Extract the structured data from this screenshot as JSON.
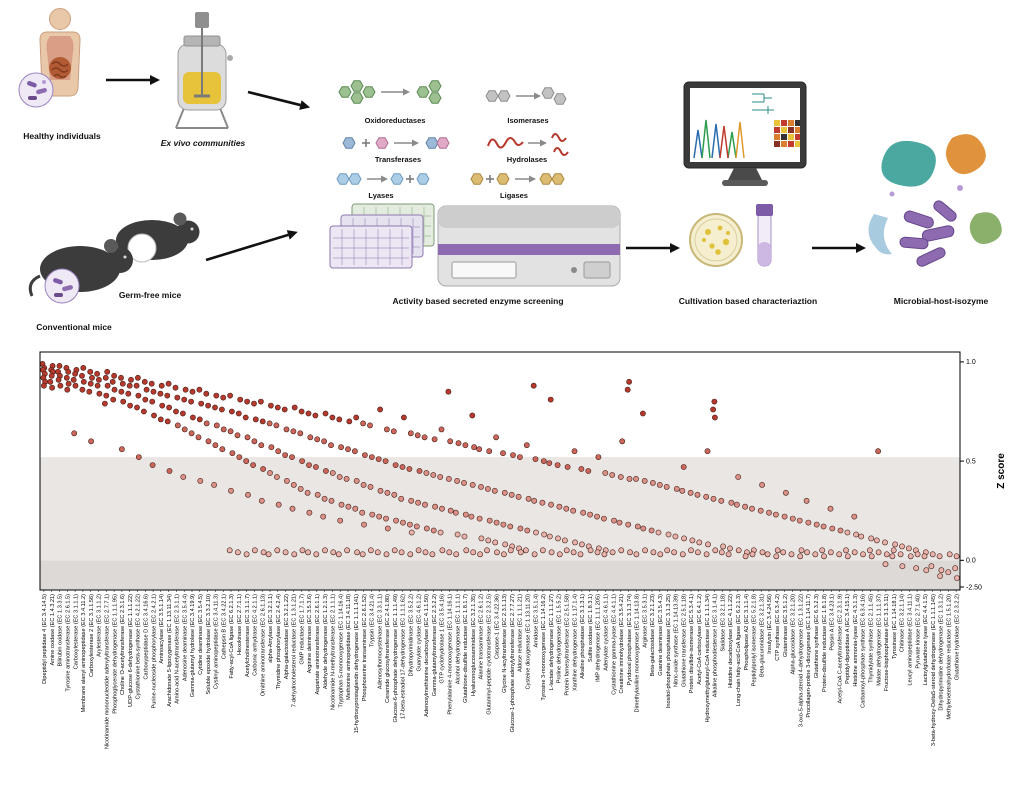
{
  "workflow": {
    "healthy_label": "Healthy individuals",
    "exvivo_label": "Ex vivo communities",
    "conventional_label": "Conventional mice",
    "germfree_label": "Germ-free mice",
    "screening_label": "Activity based secreted enzyme screening",
    "cultivation_label": "Cultivation based characteriaztion",
    "isozyme_label": "Microbial-host-isozyme",
    "enzyme_classes": [
      {
        "name": "Oxidoreductases",
        "color": "#9cc08f"
      },
      {
        "name": "Isomerases",
        "color": "#c2c2c2"
      },
      {
        "name": "Transferases",
        "color": "#9db9d8"
      },
      {
        "name": "Hydrolases",
        "color": "#b5392c"
      },
      {
        "name": "Lyases",
        "color": "#accde6"
      },
      {
        "name": "Ligases",
        "color": "#dcbc72"
      }
    ]
  },
  "chart_data": {
    "type": "scatter",
    "title": "",
    "xlabel": "",
    "ylabel": "Z score",
    "ylim": [
      -0.15,
      1.05
    ],
    "grid": false,
    "legend": false,
    "point_colors": {
      "high": "#b5392c",
      "mid": "#cb675a",
      "low": "#dc9187",
      "base": "#e8b3aa"
    },
    "shaded_regions": [
      {
        "from": 0.52,
        "to": 0.0,
        "color": "#e9e6e3"
      },
      {
        "from": 0.0,
        "to": -0.15,
        "color": "#ddd9d6"
      }
    ],
    "yticks": [
      {
        "z": 1.0,
        "label": "1.0"
      },
      {
        "z": 0.5,
        "label": "0.5"
      },
      {
        "z": 0.0,
        "label": "0.0"
      },
      {
        "z": -0.135,
        "label": "-2.50"
      }
    ],
    "categories": [
      "Dipeptidyl peptidase 4 (EC 3.4.14.5)",
      "Amine oxidase (EC 1.4.3.21)",
      "Bilirubin oxidase (EC 1.3.3.5)",
      "Tyrosine aminotransferase (EC 2.6.1.5)",
      "Carboxylesterase (EC 3.1.1.1)",
      "Membrane alanyl aminopeptidase (EC 3.4.11.2)",
      "Carboxylesterase 2 (EC 3.1.1.56)",
      "Arylesterase (EC 3.1.1.2)",
      "Nicotinamide mononucleotide adenylyltransferase (EC 2.7.7.1)",
      "Phosphoglycerate dehydrogenase (EC 1.1.1.95)",
      "Choline O-acetyltransferase (EC 2.3.1.6)",
      "UDP-glucose 6-dehydrogenase (EC 1.1.1.22)",
      "Cystathionine beta-synthase (EC 4.2.1.22)",
      "Carboxypeptidase D (EC 3.4.16.6)",
      "Purine-nucleoside phosphorylase (EC 2.4.2.1)",
      "Aminoacylase (EC 3.5.1.14)",
      "Arachidonate 5-lipoxygenase (EC 1.13.11.34)",
      "Amino-acid N-acetyltransferase (EC 2.3.1.1)",
      "Adenosine deaminase (EC 3.5.4.4)",
      "Gamma-glutamyl hydrolase (EC 3.4.19.9)",
      "Cytidine deaminase (EC 3.5.4.5)",
      "Soluble epoxide hydrolase (EC 3.3.2.10)",
      "Cystinyl aminopeptidase (EC 3.4.11.3)",
      "Cathepsin B (EC 3.4.22.1)",
      "Fatty-acyl-CoA ligase (EC 6.2.1.3)",
      "Hexokinase (EC 2.7.1.1)",
      "Acetylcholinesterase (EC 3.1.1.7)",
      "Carbonic anhydrase (EC 4.2.1.1)",
      "Ornithine aminotransferase (EC 2.6.1.13)",
      "alpha-Amylase (EC 3.2.1.1)",
      "Thymidine phosphorylase (EC 2.4.2.4)",
      "Alpha-galactosidase (EC 3.2.1.22)",
      "7-dehydrocholesterol reductase (EC 1.3.1.21)",
      "GMP reductase (EC 1.7.1.7)",
      "Arginine deiminase (EC 3.5.3.6)",
      "Aspartate aminotransferase (EC 2.6.1.1)",
      "Aldehyde dehydrogenase (EC 1.2.1.3)",
      "Nicotinamide N-methyltransferase (EC 2.1.1.1)",
      "Tryptophan 5-monooxygenase (EC 1.14.16.4)",
      "Methionine aminopeptidase (EC 3.4.11.18)",
      "15-hydroxyprostaglandin dehydrogenase (EC 1.1.1.141)",
      "Phosphoserine transaminase (EC 2.6.1.52)",
      "Trypsin (EC 3.4.21.4)",
      "Adenosylhomocysteinase (EC 3.3.1.1)",
      "Ceramide glucosyltransferase (EC 2.4.1.80)",
      "Glucose-6-phosphate dehydrogenase (EC 1.1.1.49)",
      "17-beta-estradiol 17-dehydrogenase (EC 1.1.1.62)",
      "Dihydropyrimidinase (EC 3.5.2.2)",
      "Guanylate cyclase (EC 4.6.1.2)",
      "Adenosylmethionine decarboxylase (EC 4.1.1.50)",
      "Gamma-glutamyltransferase (EC 2.3.2.2)",
      "GTP cyclohydrolase 1 (EC 3.5.4.16)",
      "Phenylalanine 4-monooxygenase (EC 1.14.16.1)",
      "Alcohol dehydrogenase (EC 1.1.1.1)",
      "Glutathione-disulfide reductase (EC 1.8.1.7)",
      "Hyaluronoglucosaminidase (EC 3.2.1.35)",
      "Alanine transaminase (EC 2.6.1.2)",
      "Glutaminyl-peptide cyclotransferase (EC 2.3.2.5)",
      "Caspase-1 (EC 3.4.22.36)",
      "Glycine N-acyltransferase (EC 2.3.1.13)",
      "Glucose-1-phosphate adenylyltransferase (EC 2.7.7.27)",
      "Aldose reductase (EC 1.1.1.21)",
      "Cysteine dioxygenase (EC 1.13.11.20)",
      "Amidase (EC 3.5.1.4)",
      "Tyrosine 3-monooxygenase (EC 1.14.16.2)",
      "L-lactate dehydrogenase (EC 1.1.1.27)",
      "Proline dehydrogenase (EC 1.5.5.2)",
      "Protein farnesyltransferase (EC 2.5.1.58)",
      "Xanthine dehydrogenase (EC 1.17.1.4)",
      "Alkaline phosphatase (EC 3.1.3.1)",
      "Sulfite oxidase (EC 1.8.3.1)",
      "IMP dehydrogenase (EC 1.1.1.205)",
      "Adenylate cyclase (EC 4.6.1.1)",
      "Cystathionine gamma-lyase (EC 4.4.1.1)",
      "Creatinine iminohydrolase (EC 3.5.4.21)",
      "Pyridoxal phosphatase (EC 3.1.3.74)",
      "Dimethylaniline monooxygenase (EC 1.14.13.8)",
      "Arginase (EC 3.5.3.1)",
      "Beta-galactosidase (EC 3.2.1.23)",
      "Guanine deaminase (EC 3.5.4.3)",
      "Inositol-phosphate phosphatase (EC 3.1.3.25)",
      "Nitric-oxide synthase (EC 1.14.13.39)",
      "Glutathione transferase (EC 2.5.1.18)",
      "Protein disulfide-isomerase (EC 5.3.4.1)",
      "Acetyl-CoA carboxylase (EC 6.4.1.2)",
      "Hydroxymethylglutaryl-CoA reductase (EC 1.1.1.34)",
      "Alkaline phosphodiesterase I (EC 3.1.4.1)",
      "Sialidase (EC 3.2.1.18)",
      "Histidine decarboxylase (EC 4.1.1.22)",
      "Long-chain fatty-acid-CoA ligase (EC 6.2.1.3)",
      "Phospholipase A2 (EC 3.1.1.4)",
      "Peptidylprolyl isomerase (EC 5.2.1.8)",
      "Beta-glucuronidase (EC 3.2.1.31)",
      "Insulysin (EC 3.4.24.56)",
      "CTP synthase (EC 6.3.4.2)",
      "Glutaminase (EC 3.5.1.2)",
      "Alpha-glucosidase (EC 3.2.1.20)",
      "3-oxo-5-alpha-steroid 4-dehydrogenase (EC 1.3.1.22)",
      "Procollagen-proline 3-dioxygenase (EC 1.14.11.7)",
      "Glutathione synthase (EC 6.3.2.3)",
      "Protein-disulfide reductase (EC 1.8.1.8)",
      "Pepsin A (EC 3.4.23.1)",
      "Acetyl-CoA C-acetyltransferase (EC 2.3.1.9)",
      "Peptidyl-dipeptidase A (EC 3.4.15.1)",
      "Histidine ammonia-lyase (EC 4.3.1.3)",
      "Carbamoyl-phosphate synthase (EC 6.3.4.16)",
      "Thymidylate synthase (EC 2.1.1.45)",
      "Malate dehydrogenase (EC 1.1.1.37)",
      "Fructose-bisphosphatase (EC 3.1.3.11)",
      "Tyrosinase (EC 1.14.18.1)",
      "Chitinase (EC 3.2.1.14)",
      "Leucyl aminopeptidase (EC 3.4.11.1)",
      "Pyruvate kinase (EC 2.7.1.40)",
      "Lactoylglutathione lyase (EC 4.4.1.5)",
      "3-beta-hydroxy-Delta5-steroid dehydrogenase (EC 1.1.1.145)",
      "Dihydropyrimidine dehydrogenase (EC 1.3.1.2)",
      "Methylenetetrahydrofolate reductase (EC 1.5.1.20)",
      "Glutathione hydrolase (EC 2.3.2.2)"
    ],
    "points": [
      [
        0.99,
        0.97,
        0.96,
        0.94,
        0.92,
        0.9,
        0.88
      ],
      [
        0.98,
        0.96,
        0.95,
        0.93,
        0.9,
        0.87
      ],
      [
        0.98,
        0.95,
        0.93,
        0.91,
        0.88
      ],
      [
        0.97,
        0.95,
        0.92,
        0.89,
        0.86
      ],
      [
        0.96,
        0.94,
        0.91,
        0.88,
        0.64
      ],
      [
        0.97,
        0.93,
        0.9,
        0.86
      ],
      [
        0.95,
        0.92,
        0.89,
        0.85,
        0.6
      ],
      [
        0.94,
        0.91,
        0.88,
        0.84
      ],
      [
        0.95,
        0.92,
        0.88,
        0.83,
        0.79
      ],
      [
        0.93,
        0.9,
        0.86,
        0.81
      ],
      [
        0.92,
        0.89,
        0.85,
        0.8,
        0.56
      ],
      [
        0.91,
        0.88,
        0.84,
        0.78
      ],
      [
        0.92,
        0.88,
        0.83,
        0.77,
        0.52
      ],
      [
        0.9,
        0.86,
        0.81,
        0.75
      ],
      [
        0.89,
        0.85,
        0.8,
        0.73,
        0.48
      ],
      [
        0.88,
        0.84,
        0.78,
        0.71
      ],
      [
        0.89,
        0.83,
        0.77,
        0.7,
        0.45
      ],
      [
        0.87,
        0.82,
        0.75,
        0.68
      ],
      [
        0.86,
        0.81,
        0.74,
        0.66,
        0.42
      ],
      [
        0.85,
        0.8,
        0.72,
        0.64
      ],
      [
        0.86,
        0.79,
        0.71,
        0.62,
        0.4
      ],
      [
        0.84,
        0.78,
        0.69,
        0.6
      ],
      [
        0.83,
        0.77,
        0.68,
        0.58,
        0.38
      ],
      [
        0.82,
        0.76,
        0.66,
        0.56
      ],
      [
        0.83,
        0.75,
        0.65,
        0.54,
        0.35,
        0.05
      ],
      [
        0.81,
        0.74,
        0.63,
        0.52,
        0.04
      ],
      [
        0.8,
        0.72,
        0.62,
        0.5,
        0.33,
        0.03
      ],
      [
        0.79,
        0.71,
        0.6,
        0.48,
        0.05
      ],
      [
        0.8,
        0.7,
        0.58,
        0.46,
        0.3,
        0.04
      ],
      [
        0.78,
        0.69,
        0.57,
        0.44,
        0.03
      ],
      [
        0.77,
        0.68,
        0.55,
        0.42,
        0.28,
        0.05
      ],
      [
        0.76,
        0.66,
        0.53,
        0.4,
        0.04
      ],
      [
        0.77,
        0.65,
        0.52,
        0.38,
        0.26,
        0.03
      ],
      [
        0.75,
        0.64,
        0.5,
        0.36,
        0.05
      ],
      [
        0.74,
        0.62,
        0.48,
        0.34,
        0.24,
        0.04
      ],
      [
        0.73,
        0.61,
        0.47,
        0.33,
        0.03
      ],
      [
        0.74,
        0.6,
        0.45,
        0.31,
        0.22,
        0.05
      ],
      [
        0.72,
        0.58,
        0.44,
        0.3,
        0.04
      ],
      [
        0.71,
        0.57,
        0.42,
        0.28,
        0.2,
        0.03
      ],
      [
        0.7,
        0.56,
        0.41,
        0.27,
        0.05
      ],
      [
        0.72,
        0.55,
        0.4,
        0.26,
        0.04
      ],
      [
        0.69,
        0.53,
        0.38,
        0.24,
        0.18,
        0.03
      ],
      [
        0.68,
        0.52,
        0.37,
        0.23,
        0.05
      ],
      [
        0.76,
        0.51,
        0.35,
        0.22,
        0.04
      ],
      [
        0.66,
        0.5,
        0.34,
        0.21,
        0.16,
        0.03
      ],
      [
        0.65,
        0.48,
        0.33,
        0.2,
        0.05
      ],
      [
        0.72,
        0.47,
        0.31,
        0.19,
        0.04
      ],
      [
        0.64,
        0.46,
        0.3,
        0.18,
        0.14,
        0.03
      ],
      [
        0.63,
        0.45,
        0.29,
        0.17,
        0.05
      ],
      [
        0.62,
        0.44,
        0.28,
        0.16,
        0.04
      ],
      [
        0.61,
        0.43,
        0.27,
        0.15,
        0.03
      ],
      [
        0.66,
        0.42,
        0.26,
        0.14,
        0.05
      ],
      [
        0.85,
        0.6,
        0.41,
        0.25,
        0.04
      ],
      [
        0.59,
        0.4,
        0.24,
        0.13,
        0.03
      ],
      [
        0.58,
        0.39,
        0.23,
        0.12,
        0.05
      ],
      [
        0.73,
        0.57,
        0.38,
        0.22,
        0.04
      ],
      [
        0.56,
        0.37,
        0.21,
        0.11,
        0.03
      ],
      [
        0.55,
        0.36,
        0.2,
        0.1,
        0.05
      ],
      [
        0.62,
        0.35,
        0.19,
        0.09,
        0.04
      ],
      [
        0.54,
        0.34,
        0.18,
        0.08,
        0.03
      ],
      [
        0.53,
        0.33,
        0.17,
        0.07,
        0.05
      ],
      [
        0.52,
        0.32,
        0.16,
        0.06,
        0.04
      ],
      [
        0.58,
        0.31,
        0.15,
        0.05
      ],
      [
        0.88,
        0.51,
        0.3,
        0.14,
        0.03
      ],
      [
        0.5,
        0.29,
        0.13,
        0.05
      ],
      [
        0.81,
        0.49,
        0.28,
        0.12,
        0.04
      ],
      [
        0.48,
        0.27,
        0.11,
        0.03
      ],
      [
        0.47,
        0.26,
        0.1,
        0.05
      ],
      [
        0.55,
        0.25,
        0.09,
        0.04
      ],
      [
        0.46,
        0.24,
        0.08,
        0.03
      ],
      [
        0.45,
        0.23,
        0.07,
        0.05
      ],
      [
        0.52,
        0.22,
        0.06,
        0.04
      ],
      [
        0.44,
        0.21,
        0.05,
        0.03
      ],
      [
        0.43,
        0.2,
        0.04
      ],
      [
        0.6,
        0.42,
        0.19,
        0.05
      ],
      [
        0.9,
        0.86,
        0.41,
        0.18,
        0.04
      ],
      [
        0.41,
        0.17,
        0.03
      ],
      [
        0.74,
        0.4,
        0.16,
        0.05
      ],
      [
        0.39,
        0.15,
        0.04
      ],
      [
        0.38,
        0.14,
        0.03
      ],
      [
        0.37,
        0.13,
        0.05
      ],
      [
        0.36,
        0.12,
        0.04
      ],
      [
        0.47,
        0.35,
        0.11,
        0.03
      ],
      [
        0.34,
        0.1,
        0.05
      ],
      [
        0.33,
        0.09,
        0.04
      ],
      [
        0.55,
        0.32,
        0.08,
        0.03
      ],
      [
        0.8,
        0.76,
        0.72,
        0.31,
        0.05
      ],
      [
        0.3,
        0.07,
        0.04
      ],
      [
        0.29,
        0.06,
        0.03
      ],
      [
        0.42,
        0.28,
        0.05
      ],
      [
        0.27,
        0.04,
        0.02
      ],
      [
        0.26,
        0.05,
        0.03
      ],
      [
        0.38,
        0.25,
        0.04
      ],
      [
        0.24,
        0.03
      ],
      [
        0.23,
        0.05,
        0.02
      ],
      [
        0.34,
        0.22,
        0.04
      ],
      [
        0.21,
        0.03
      ],
      [
        0.2,
        0.05,
        0.02
      ],
      [
        0.3,
        0.19,
        0.04
      ],
      [
        0.18,
        0.03
      ],
      [
        0.17,
        0.05,
        0.02
      ],
      [
        0.26,
        0.16,
        0.04
      ],
      [
        0.15,
        0.03
      ],
      [
        0.14,
        0.05,
        0.02
      ],
      [
        0.22,
        0.13,
        0.04
      ],
      [
        0.12,
        0.03
      ],
      [
        0.11,
        0.05,
        0.02
      ],
      [
        0.55,
        0.1,
        0.04
      ],
      [
        0.09,
        0.03,
        -0.02
      ],
      [
        0.08,
        0.05,
        0.02
      ],
      [
        0.07,
        0.03,
        -0.03
      ],
      [
        0.06,
        0.02
      ],
      [
        0.05,
        0.03,
        -0.04
      ],
      [
        0.04,
        0.02,
        -0.05
      ],
      [
        0.03,
        -0.03
      ],
      [
        0.02,
        -0.05,
        -0.08
      ],
      [
        0.03,
        -0.06
      ],
      [
        0.02,
        -0.04,
        -0.09
      ]
    ]
  }
}
